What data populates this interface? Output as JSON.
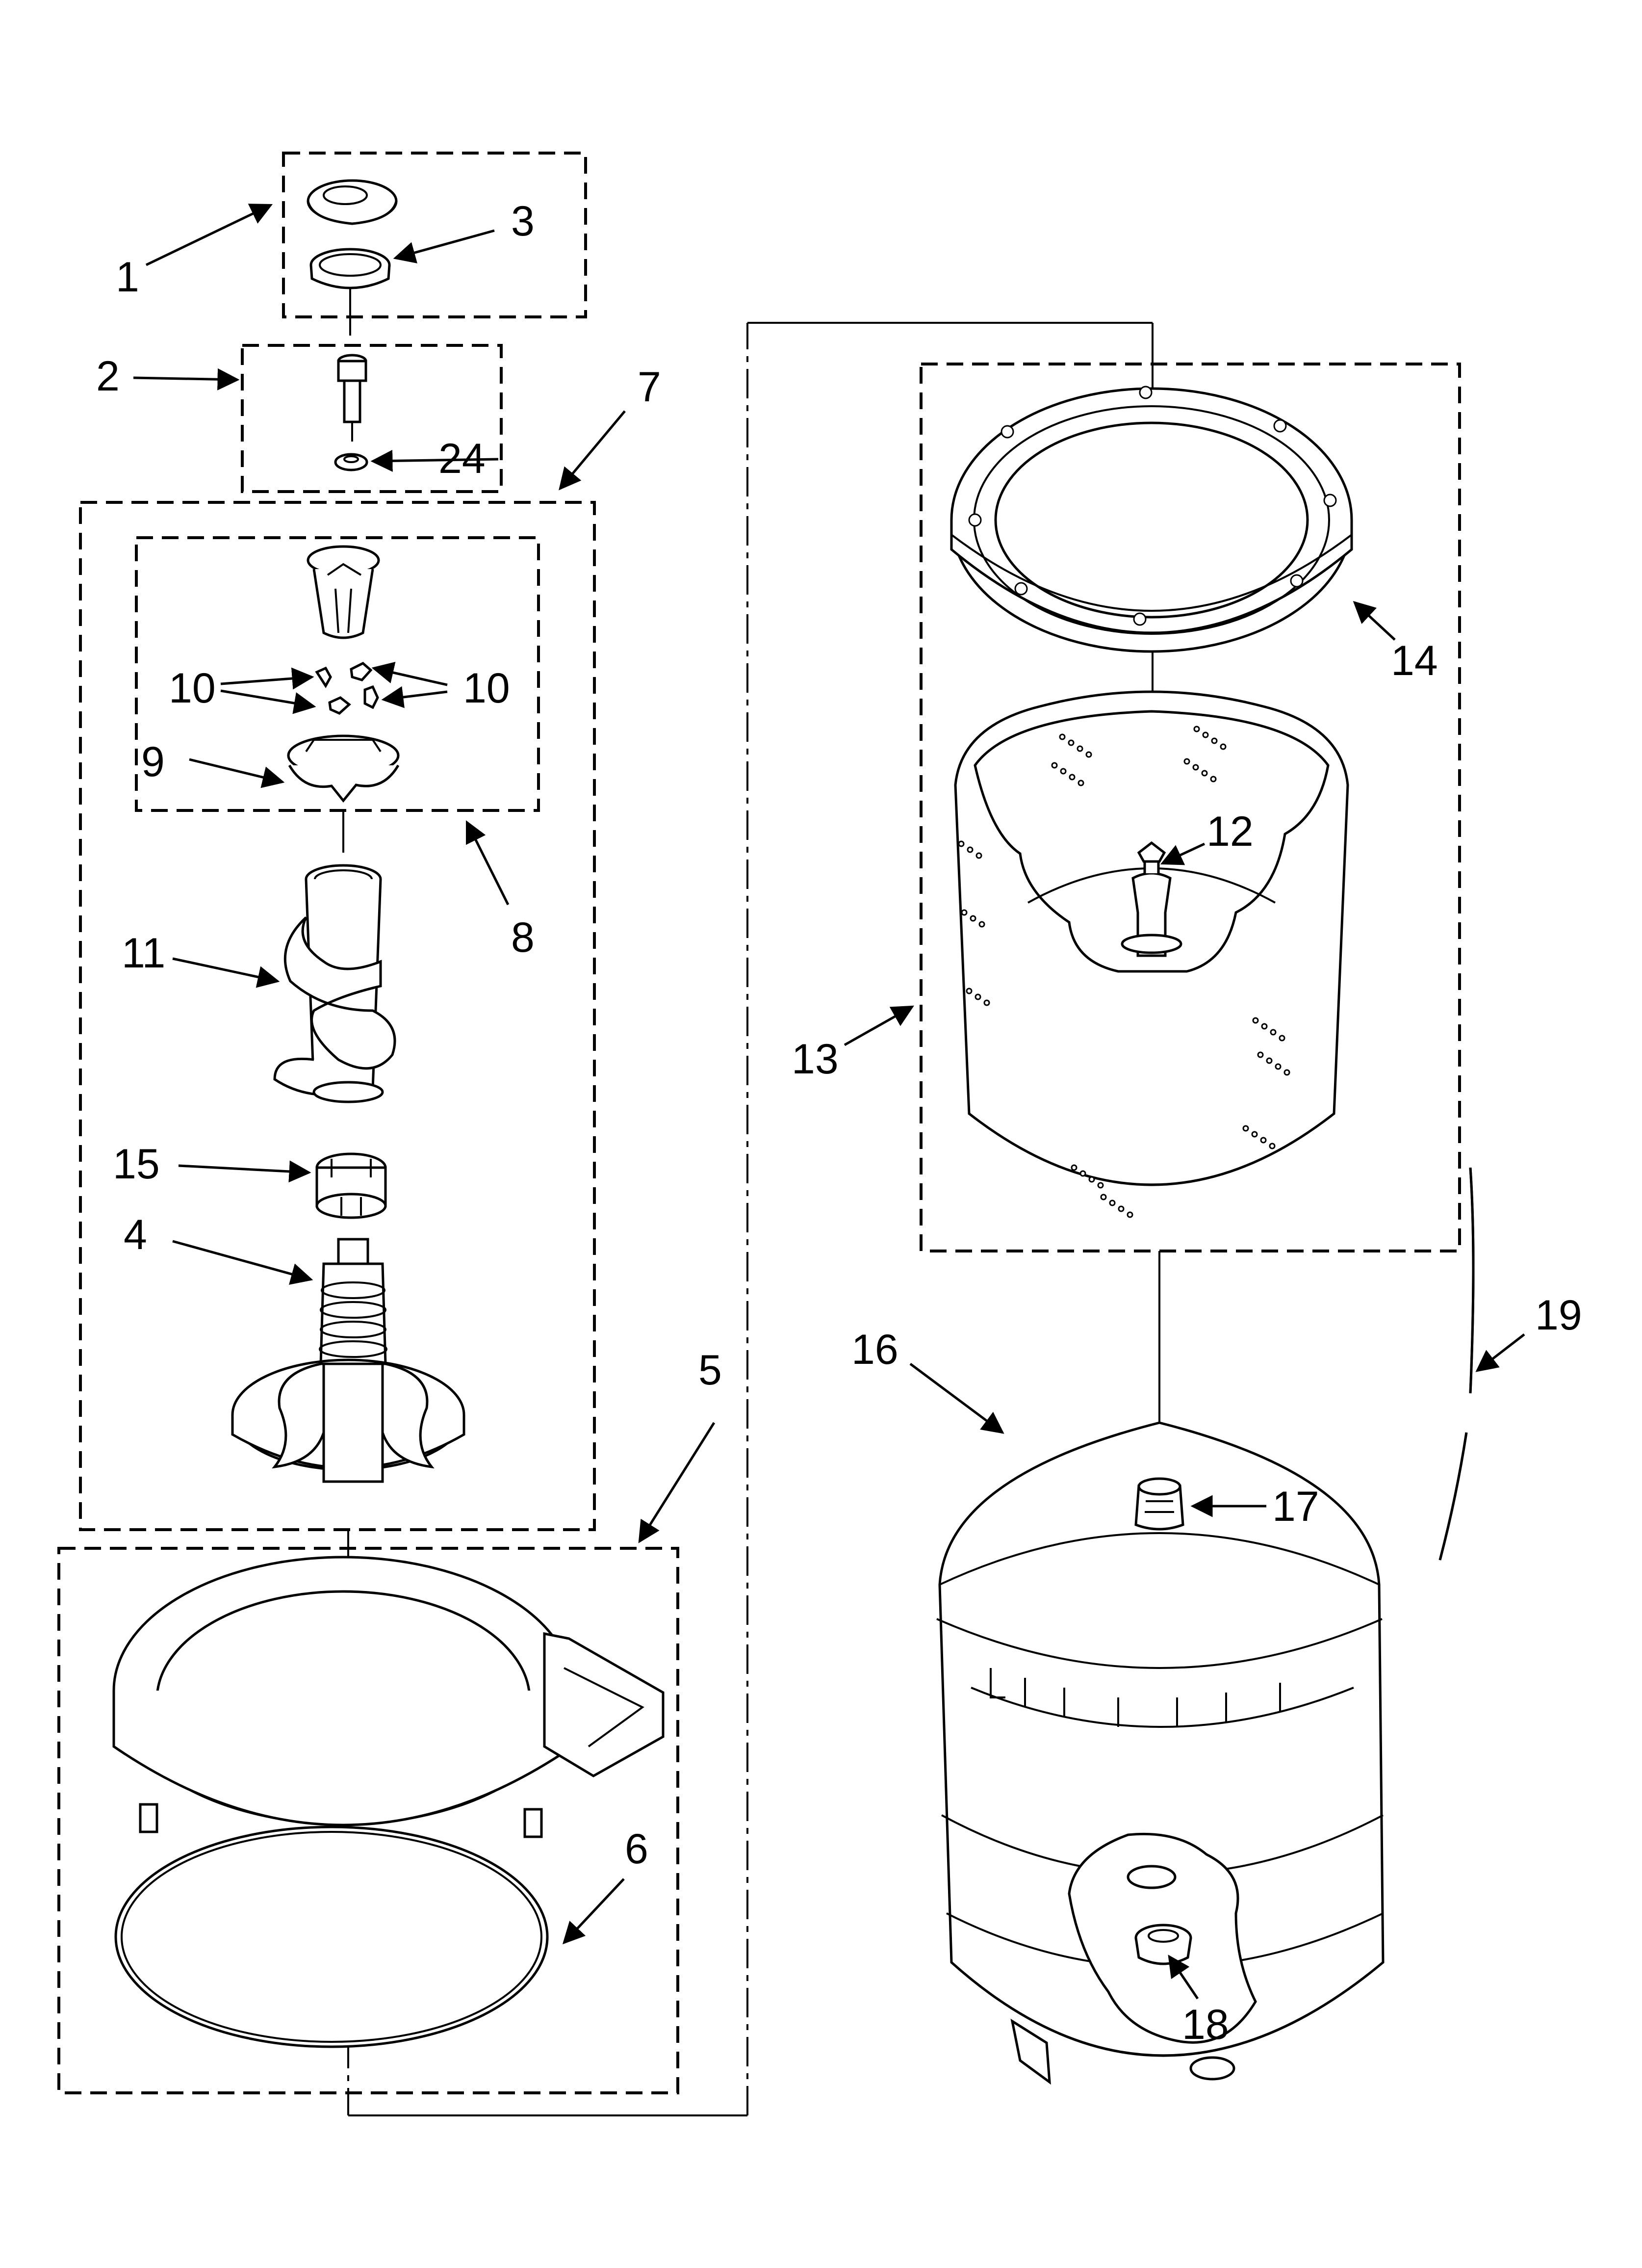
{
  "diagram": {
    "callouts": [
      {
        "id": "1",
        "text": "1"
      },
      {
        "id": "2",
        "text": "2"
      },
      {
        "id": "3",
        "text": "3"
      },
      {
        "id": "4",
        "text": "4"
      },
      {
        "id": "5",
        "text": "5"
      },
      {
        "id": "6",
        "text": "6"
      },
      {
        "id": "7",
        "text": "7"
      },
      {
        "id": "8",
        "text": "8"
      },
      {
        "id": "9",
        "text": "9"
      },
      {
        "id": "10a",
        "text": "10"
      },
      {
        "id": "10b",
        "text": "10"
      },
      {
        "id": "11",
        "text": "11"
      },
      {
        "id": "12",
        "text": "12"
      },
      {
        "id": "13",
        "text": "13"
      },
      {
        "id": "14",
        "text": "14"
      },
      {
        "id": "15",
        "text": "15"
      },
      {
        "id": "16",
        "text": "16"
      },
      {
        "id": "17",
        "text": "17"
      },
      {
        "id": "18",
        "text": "18"
      },
      {
        "id": "19",
        "text": "19"
      },
      {
        "id": "24",
        "text": "24"
      }
    ]
  }
}
